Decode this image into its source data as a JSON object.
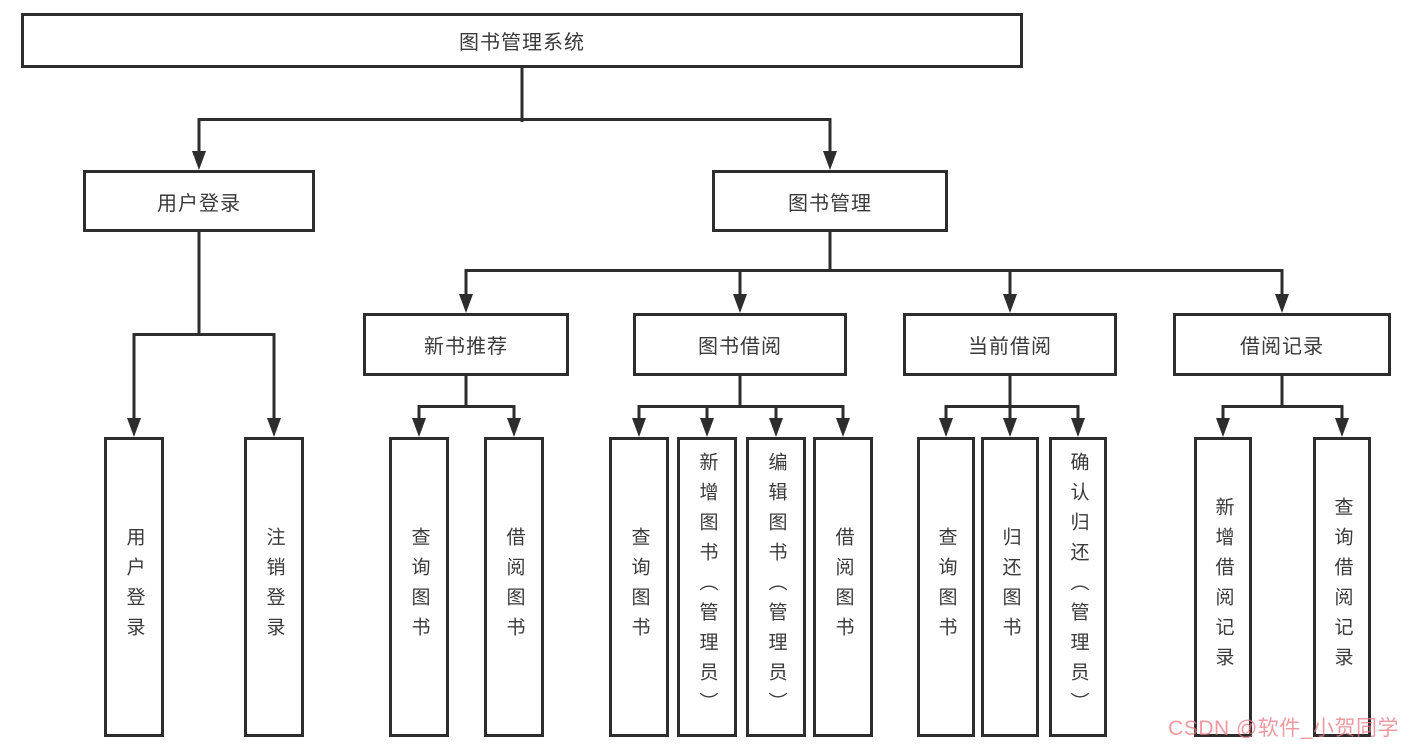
{
  "tree": {
    "root": "图书管理系统",
    "branches": [
      {
        "label": "用户登录",
        "children": [
          "用户登录",
          "注销登录"
        ]
      },
      {
        "label": "图书管理",
        "groups": [
          {
            "label": "新书推荐",
            "children": [
              "查询图书",
              "借阅图书"
            ]
          },
          {
            "label": "图书借阅",
            "children": [
              "查询图书",
              "新增图书（管理员）",
              "编辑图书（管理员）",
              "借阅图书"
            ]
          },
          {
            "label": "当前借阅",
            "children": [
              "查询图书",
              "归还图书",
              "确认归还（管理员）"
            ]
          },
          {
            "label": "借阅记录",
            "children": [
              "新增借阅记录",
              "查询借阅记录"
            ]
          }
        ]
      }
    ]
  },
  "watermark": {
    "text": "CSDN @软件_小贺同学"
  },
  "colors": {
    "line": "#2d2d2d",
    "watermark": "#e97882"
  }
}
